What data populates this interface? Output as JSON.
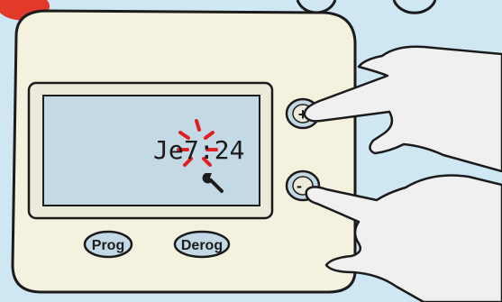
{
  "display": {
    "day": "Je",
    "time": "7:24"
  },
  "buttons": {
    "plus": "+",
    "minus": "-",
    "prog": "Prog",
    "derog": "Derog"
  },
  "colors": {
    "background": "#cfe6f3",
    "device_body": "#f4f1de",
    "screen": "#c4d9e6",
    "blink": "#e02020",
    "outline": "#1b1b1b",
    "hand": "#f0f0f0"
  },
  "icons": [
    "wrench-icon",
    "blink-indicator",
    "pointing-hand"
  ]
}
